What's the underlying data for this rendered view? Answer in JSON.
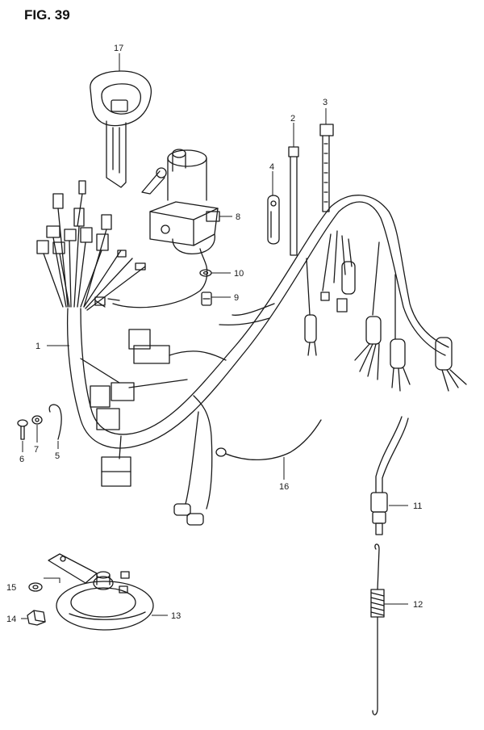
{
  "figure_title": "FIG. 39",
  "callouts": {
    "c1": "1",
    "c2": "2",
    "c3": "3",
    "c4": "4",
    "c5": "5",
    "c6": "6",
    "c7": "7",
    "c8": "8",
    "c9": "9",
    "c10": "10",
    "c11": "11",
    "c12": "12",
    "c13": "13",
    "c14": "14",
    "c15": "15",
    "c16": "16",
    "c17": "17"
  },
  "colors": {
    "line": "#1a1a1a",
    "background": "#ffffff"
  }
}
